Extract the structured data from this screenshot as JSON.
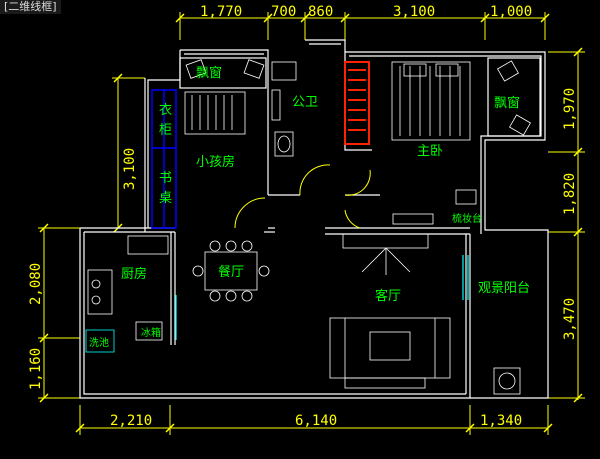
{
  "title": "[二维线框]",
  "dimensions": {
    "top": [
      "1,770",
      "700",
      "860",
      "3,100",
      "1,000"
    ],
    "right": [
      "1,970",
      "1,820",
      "3,470"
    ],
    "left": [
      "3,100",
      "2,080",
      "1,160"
    ],
    "bottom": [
      "2,210",
      "6,140",
      "1,340"
    ]
  },
  "rooms": {
    "bay_window_left": "飘窗",
    "bay_window_right": "飘窗",
    "wardrobe_1": "衣",
    "wardrobe_2": "柜",
    "desk_1": "书",
    "desk_2": "桌",
    "kids_room": "小孩房",
    "public_bath": "公卫",
    "master_bedroom": "主卧",
    "kitchen": "厨房",
    "dining": "餐厅",
    "living": "客厅",
    "balcony": "观景阳台",
    "vanity": "梳妆台",
    "fridge": "冰箱",
    "washbasin": "洗池"
  },
  "colors": {
    "dimension": "#ffff00",
    "wall": "#ffffff",
    "label": "#00ff00",
    "furniture": "#ffffff",
    "wardrobe": "#0000ff",
    "closet": "#ff2200",
    "window": "#00ffff",
    "background": "#000000"
  }
}
